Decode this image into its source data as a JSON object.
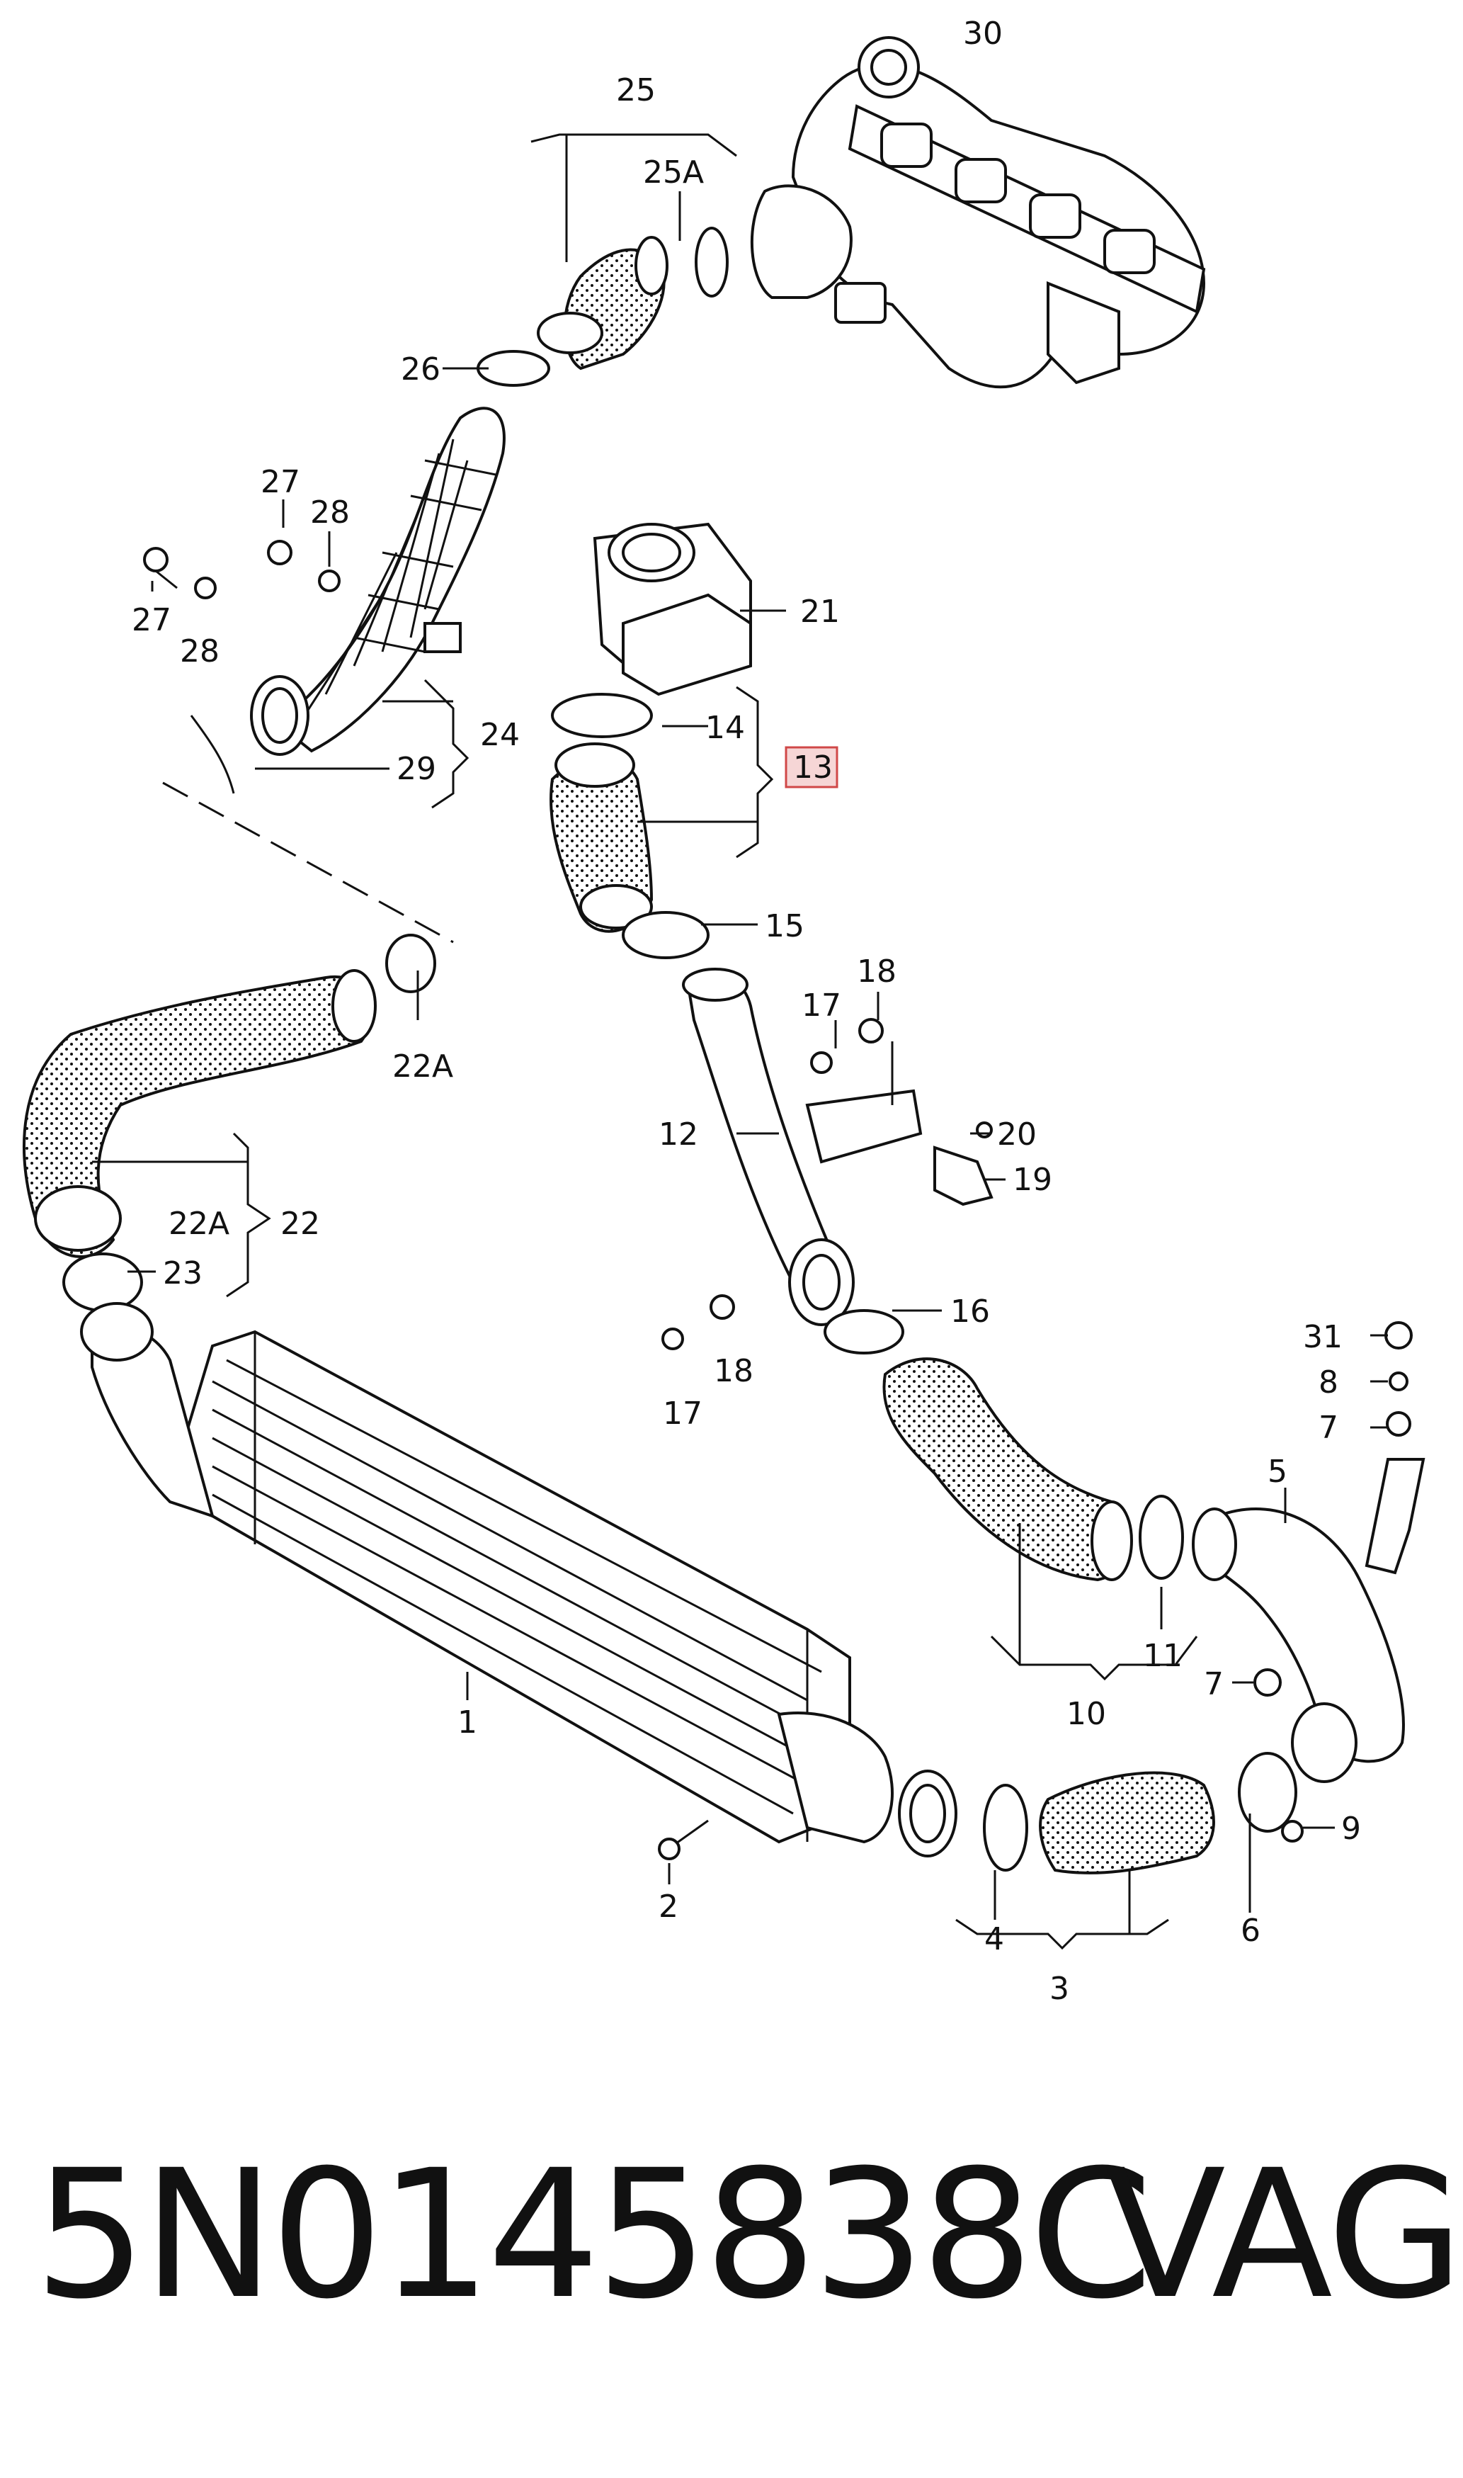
{
  "callouts": [
    "30",
    "25",
    "25A",
    "26",
    "27",
    "28",
    "27",
    "28",
    "21",
    "14",
    "13",
    "24",
    "29",
    "15",
    "18",
    "17",
    "22A",
    "12",
    "20",
    "19",
    "22A",
    "22",
    "23",
    "16",
    "31",
    "18",
    "17",
    "8",
    "7",
    "5",
    "11",
    "10",
    "1",
    "7",
    "9",
    "6",
    "2",
    "4",
    "3"
  ],
  "highlighted_callout": "13",
  "footer": {
    "part_number": "5N0145838C",
    "brand": "VAG"
  }
}
